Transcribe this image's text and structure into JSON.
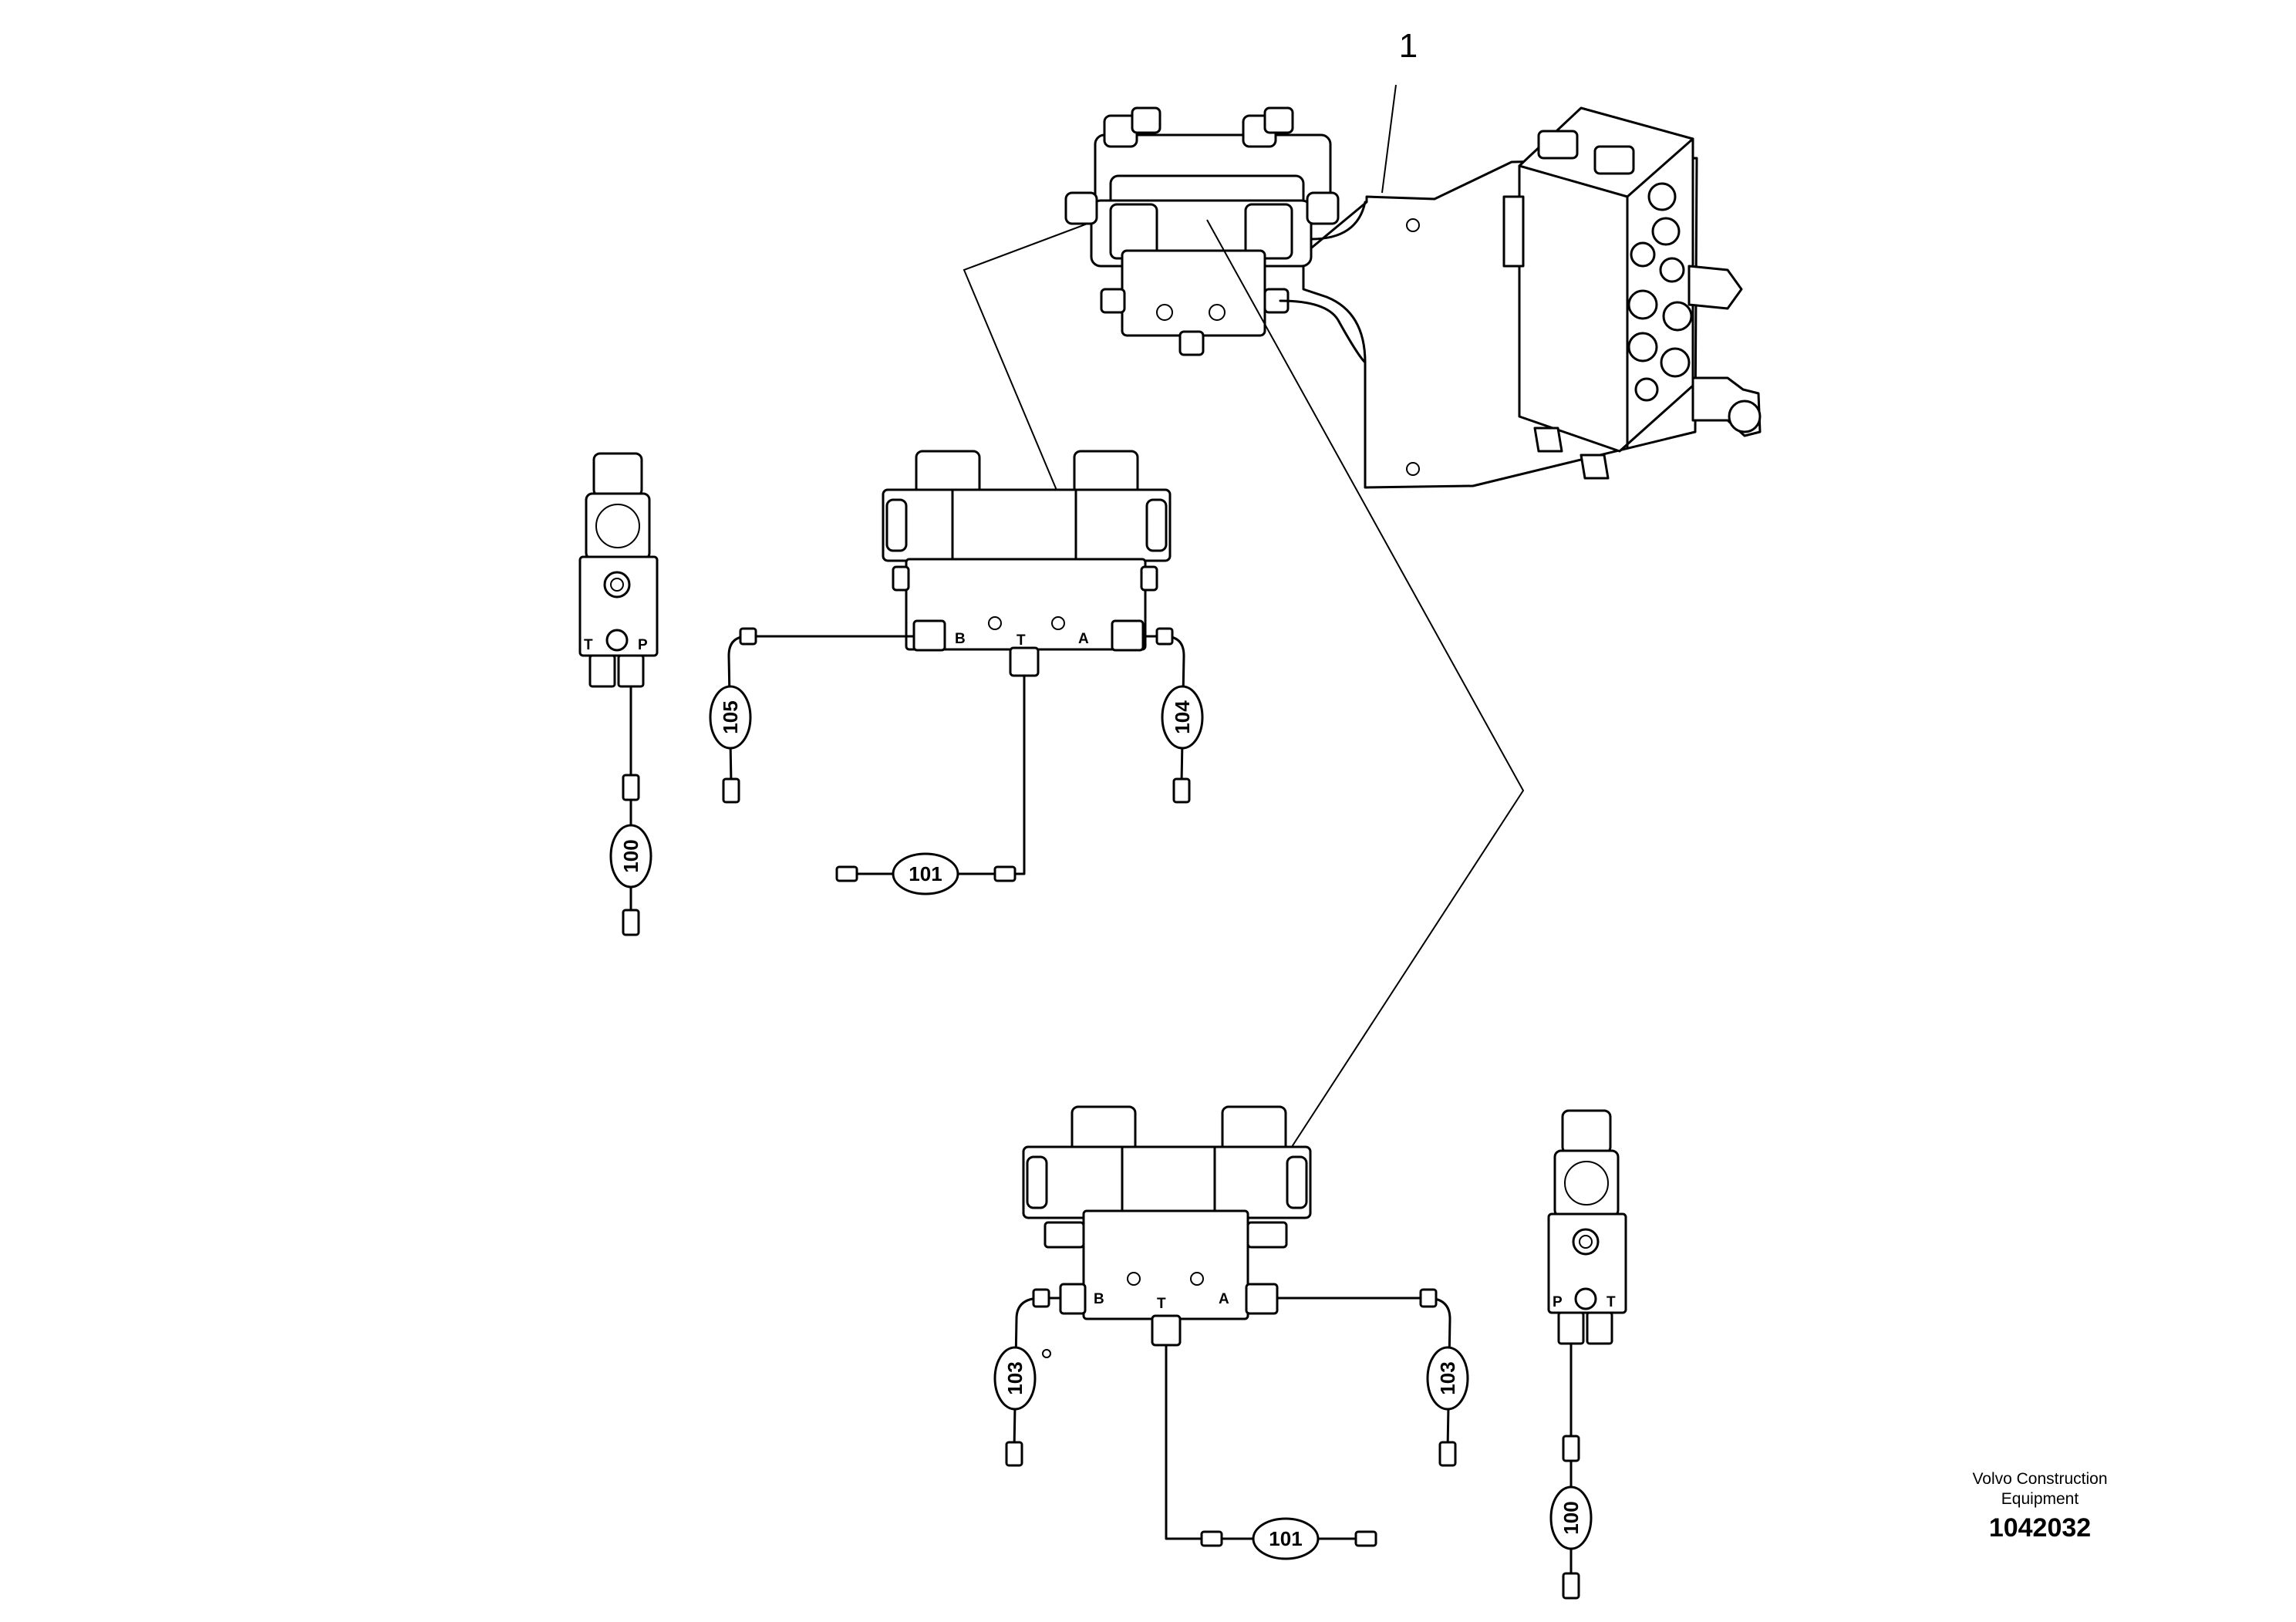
{
  "item_number": "1",
  "company": {
    "line1": "Volvo Construction",
    "line2": "Equipment"
  },
  "drawing_number": "1042032",
  "valves": {
    "upper": {
      "B": "B",
      "T": "T",
      "A": "A"
    },
    "lower": {
      "B": "B",
      "T": "T",
      "A": "A"
    },
    "left_solenoid": {
      "T": "T",
      "P": "P"
    },
    "right_solenoid": {
      "P": "P",
      "T": "T"
    }
  },
  "hoses": {
    "upper_left": "105",
    "upper_right": "104",
    "upper_tank": "101",
    "left_solenoid": "100",
    "lower_left": "103",
    "lower_right": "103",
    "lower_tank": "101",
    "right_solenoid": "100"
  }
}
